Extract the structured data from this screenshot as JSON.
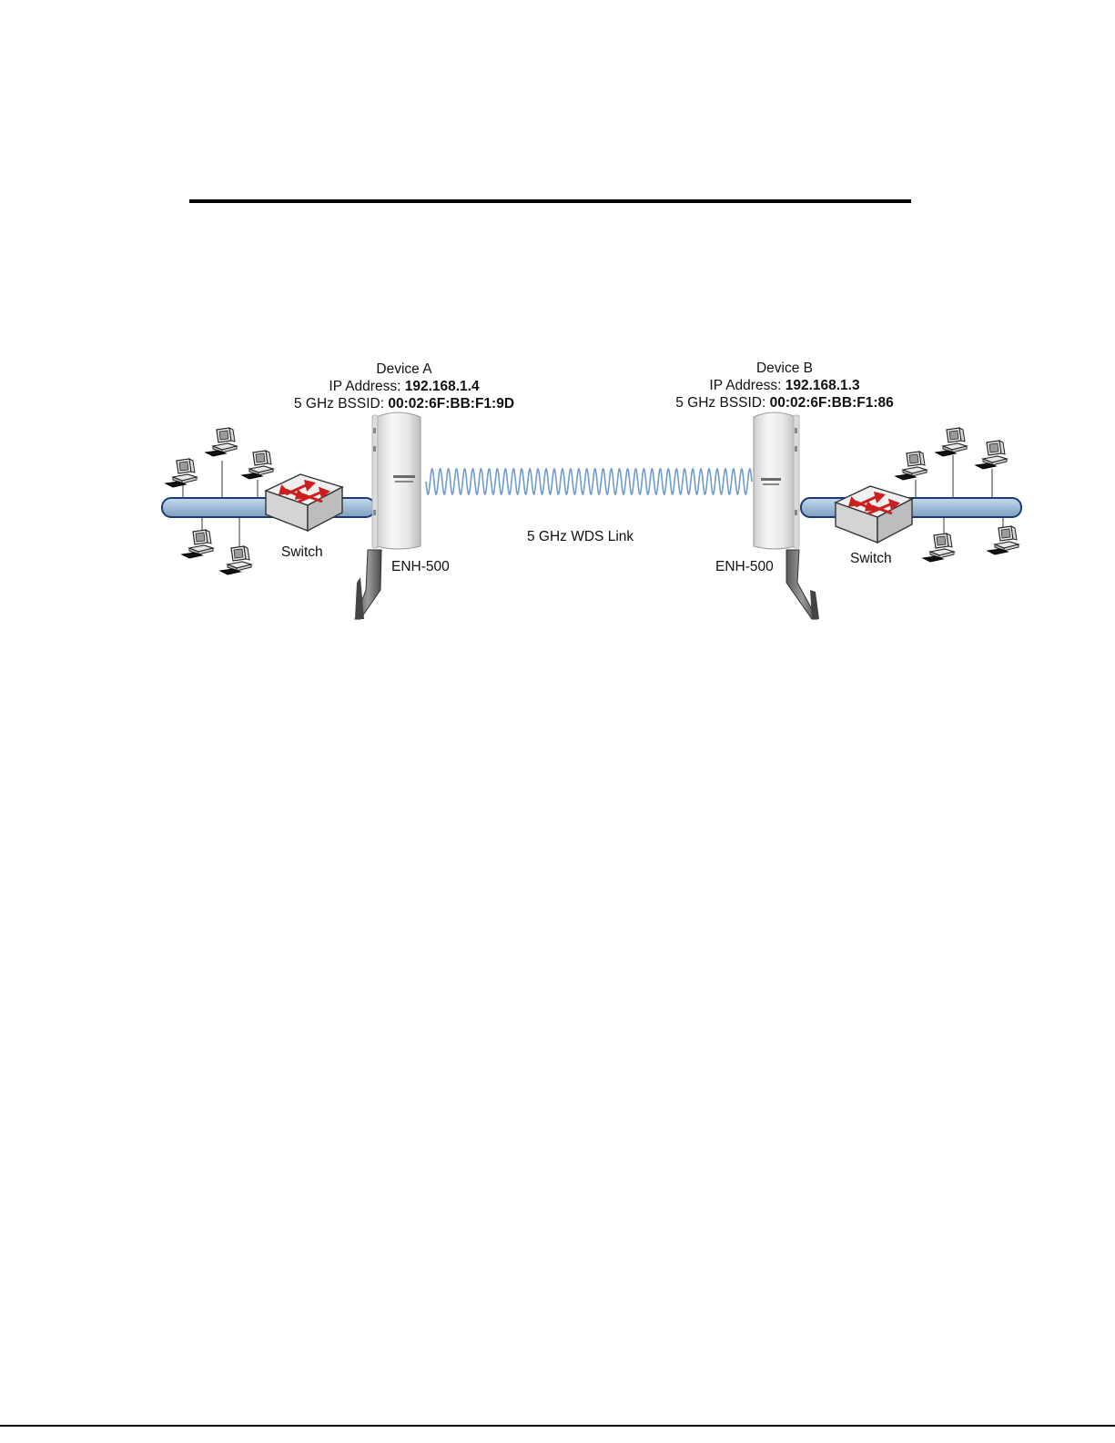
{
  "device_a": {
    "name": "Device A",
    "ip_label": "IP Address: ",
    "ip_value": "192.168.1.4",
    "bssid_label": "5 GHz BSSID: ",
    "bssid_value": "00:02:6F:BB:F1:9D",
    "model": "ENH-500",
    "switch_label": "Switch"
  },
  "device_b": {
    "name": "Device B",
    "ip_label": "IP Address: ",
    "ip_value": "192.168.1.3",
    "bssid_label": "5 GHz BSSID: ",
    "bssid_value": "00:02:6F:BB:F1:86",
    "model": "ENH-500",
    "switch_label": "Switch"
  },
  "link": {
    "label": "5 GHz WDS Link"
  },
  "colors": {
    "bus_fill": "#a9c4dc",
    "bus_stroke": "#1d3a78",
    "wave": "#6f9ccc",
    "arrow": "#cc1f1f"
  }
}
